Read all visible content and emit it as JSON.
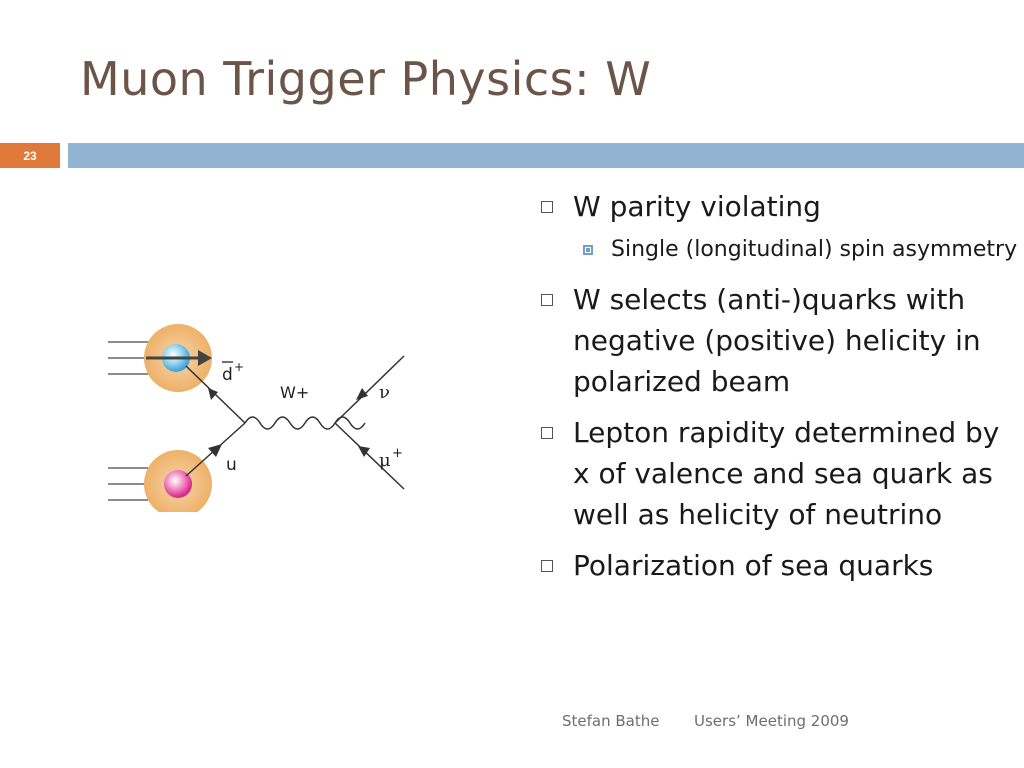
{
  "slide": {
    "title": "Muon Trigger Physics:  W",
    "page_number": "23",
    "accent_color": "#e07a3a",
    "bar_color": "#90b4d2"
  },
  "diagram": {
    "labels": {
      "anti_d": "d",
      "anti_d_sup": "+",
      "w_boson": "W+",
      "u_quark": "u",
      "neutrino": "ν",
      "muon": "μ",
      "muon_sup": "+"
    }
  },
  "bullets": [
    {
      "text": "W parity violating",
      "level": 1
    },
    {
      "text": "Single (longitudinal) spin asymmetry",
      "level": 2
    },
    {
      "text": "W selects (anti-)quarks with negative (positive) helicity in polarized beam",
      "level": 1
    },
    {
      "text": "Lepton rapidity determined by x of valence and sea quark as well as helicity of neutrino",
      "level": 1
    },
    {
      "text": "Polarization of sea quarks",
      "level": 1
    }
  ],
  "footer": {
    "author": "Stefan Bathe",
    "event": "Users’ Meeting 2009"
  }
}
